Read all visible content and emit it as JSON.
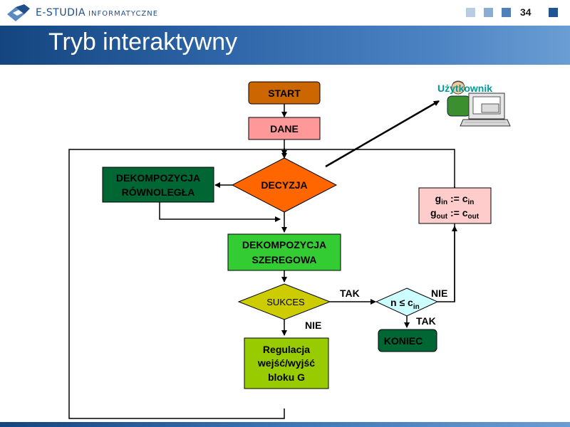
{
  "header": {
    "logo_main": "E-STUDIA",
    "logo_sub": "INFORMATYCZNE",
    "page_number": "34",
    "squares": [
      "#b8cde3",
      "#8aaed3",
      "#4f80b8",
      "#1f5595"
    ]
  },
  "slide": {
    "title": "Tryb interaktywny"
  },
  "flowchart": {
    "start": "START",
    "dane": "DANE",
    "decyzja": "DECYZJA",
    "dekomp_rown_1": "DEKOMPOZYCJA",
    "dekomp_rown_2": "RÓWNOLEGŁA",
    "dekomp_szer_1": "DEKOMPOZYCJA",
    "dekomp_szer_2": "SZEREGOWA",
    "sukces": "SUKCES",
    "tak_1": "TAK",
    "nie_1": "NIE",
    "nie_2": "NIE",
    "tak_2": "TAK",
    "koniec": "KONIEC",
    "regulacja_1": "Regulacja",
    "regulacja_2": "wejść/wyjść",
    "regulacja_3": "bloku G",
    "uzytkownik": "Użytkownik",
    "cond": {
      "n": "n",
      "op": "≤",
      "c": "c",
      "sub": "in"
    },
    "assign1": {
      "g": "g",
      "g_sub": "in",
      "op": ":=",
      "c": "c",
      "c_sub": "in"
    },
    "assign2": {
      "g": "g",
      "g_sub": "out",
      "op": ":=",
      "c": "c",
      "c_sub": "out"
    }
  },
  "colors": {
    "start_fill": "#cc6600",
    "dane_fill": "#ff9999",
    "decyzja_fill": "#ff6600",
    "dark_green": "#006633",
    "light_green": "#33cc33",
    "sukces_fill": "#cccc00",
    "regulacja_fill": "#99cc00",
    "cond_fill": "#ccffff",
    "assign_fill": "#ffcccc",
    "user_label": "#009999"
  }
}
